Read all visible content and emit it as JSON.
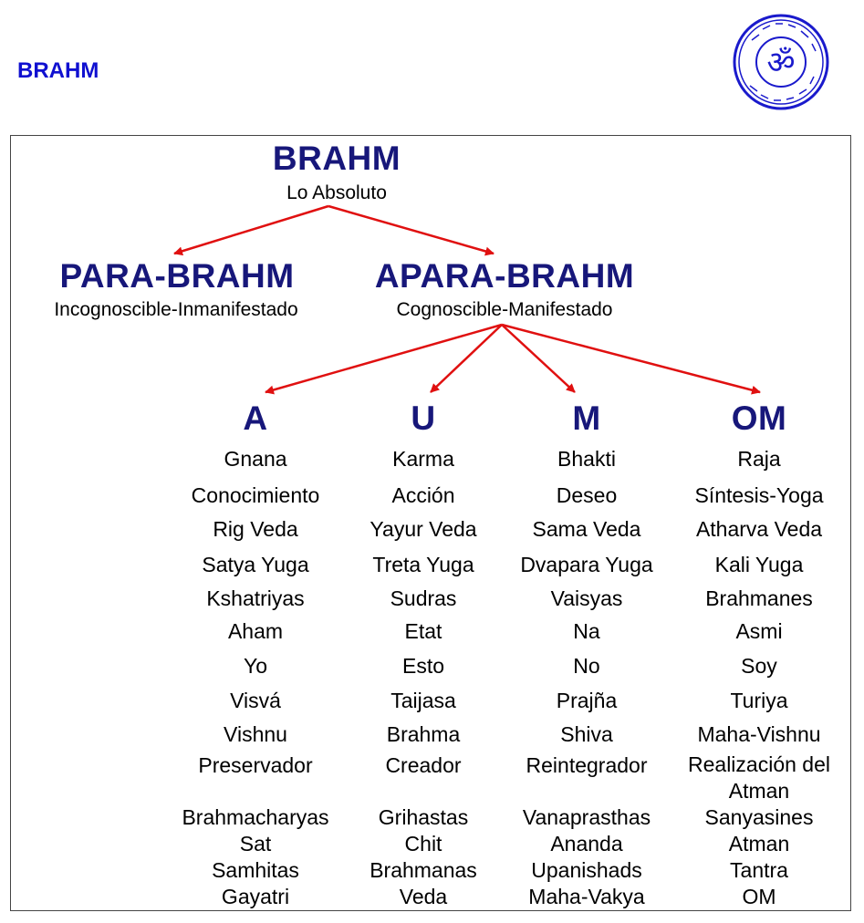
{
  "page_label": "BRAHM",
  "logo": {
    "icon": "om-seal-icon",
    "color": "#1a1acc"
  },
  "root": {
    "title": "BRAHM",
    "subtitle": "Lo Absoluto"
  },
  "level2": [
    {
      "title": "PARA-BRAHM",
      "subtitle": "Incognoscible-Inmanifestado"
    },
    {
      "title": "APARA-BRAHM",
      "subtitle": "Cognoscible-Manifestado"
    }
  ],
  "columns": [
    {
      "header": "A",
      "items": [
        "Gnana",
        "Conocimiento",
        "Rig Veda",
        "Satya Yuga",
        "Kshatriyas",
        "Aham",
        "Yo",
        "Visvá",
        "Vishnu",
        "Preservador",
        "Brahmacharyas",
        "Sat",
        "Samhitas",
        "Gayatri"
      ]
    },
    {
      "header": "U",
      "items": [
        "Karma",
        "Acción",
        "Yayur Veda",
        "Treta Yuga",
        "Sudras",
        "Etat",
        "Esto",
        "Taijasa",
        "Brahma",
        "Creador",
        "Grihastas",
        "Chit",
        "Brahmanas",
        "Veda"
      ]
    },
    {
      "header": "M",
      "items": [
        "Bhakti",
        "Deseo",
        "Sama Veda",
        "Dvapara Yuga",
        "Vaisyas",
        "Na",
        "No",
        "Prajña",
        "Shiva",
        "Reintegrador",
        "Vanaprasthas",
        "Ananda",
        "Upanishads",
        "Maha-Vakya"
      ]
    },
    {
      "header": "OM",
      "items": [
        "Raja",
        "Síntesis-Yoga",
        "Atharva Veda",
        "Kali Yuga",
        "Brahmanes",
        "Asmi",
        "Soy",
        "Turiya",
        "Maha-Vishnu",
        "Realización del Atman",
        "Sanyasines",
        "Atman",
        "Tantra",
        "OM"
      ]
    }
  ],
  "colors": {
    "title": "#17177a",
    "arrow": "#e01010",
    "label": "#1010d0"
  }
}
